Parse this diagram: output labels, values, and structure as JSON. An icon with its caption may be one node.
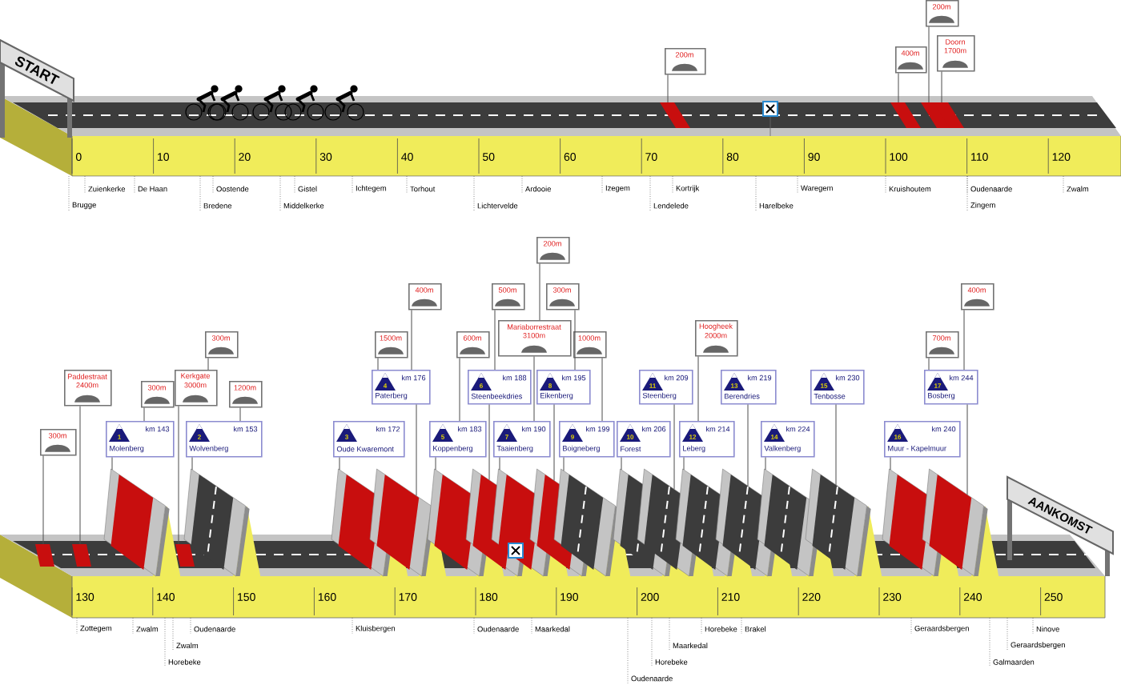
{
  "diagram": {
    "nodes": [
      {
        "text": [
          "200m"
        ]
      },
      {
        "text": [
          "400m"
        ]
      },
      {
        "text": [
          "200m"
        ]
      },
      {
        "text": [
          "Doorn",
          "1700m"
        ]
      },
      {
        "text": [
          "300m"
        ]
      },
      {
        "text": [
          "Paddestraat",
          "2400m"
        ]
      },
      {
        "text": [
          "1",
          "km 143",
          "Molenberg"
        ]
      },
      {
        "text": [
          "300m"
        ]
      },
      {
        "text": [
          "Kerkgate",
          "3000m"
        ]
      },
      {
        "text": [
          "2",
          "km 153",
          "Wolvenberg"
        ]
      },
      {
        "text": [
          "300m"
        ]
      },
      {
        "text": [
          "1200m"
        ]
      },
      {
        "text": [
          "3",
          "km 172",
          "Oude Kwaremont"
        ]
      },
      {
        "text": [
          "4",
          "km 176",
          "Paterberg"
        ]
      },
      {
        "text": [
          "1500m"
        ]
      },
      {
        "text": [
          "400m"
        ]
      },
      {
        "text": [
          "5",
          "km 183",
          "Koppenberg"
        ]
      },
      {
        "text": [
          "600m"
        ]
      },
      {
        "text": [
          "6",
          "km 188",
          "Steenbeekdries"
        ]
      },
      {
        "text": [
          "7",
          "km 190",
          "Taaienberg"
        ]
      },
      {
        "text": [
          "500m"
        ]
      },
      {
        "text": [
          "Mariaborrestraat",
          "3100m"
        ]
      },
      {
        "text": [
          "200m"
        ]
      },
      {
        "text": [
          "8",
          "km 195",
          "Eikenberg"
        ]
      },
      {
        "text": [
          "300m"
        ]
      },
      {
        "text": [
          "9",
          "km 199",
          "Boigneberg"
        ]
      },
      {
        "text": [
          "1000m"
        ]
      },
      {
        "text": [
          "10",
          "km 206",
          "Forest"
        ]
      },
      {
        "text": [
          "11",
          "km 209",
          "Steenberg"
        ]
      },
      {
        "text": [
          "12",
          "km 214",
          "Leberg"
        ]
      },
      {
        "text": [
          "Hoogheek",
          "2000m"
        ]
      },
      {
        "text": [
          "13",
          "km 219",
          "Berendries"
        ]
      },
      {
        "text": [
          "14",
          "km 224",
          "Valkenberg"
        ]
      },
      {
        "text": [
          "15",
          "km 230",
          "Tenbosse"
        ]
      },
      {
        "text": [
          "16",
          "km 240",
          "Muur - Kapelmuur"
        ]
      },
      {
        "text": [
          "17",
          "km 244",
          "Bosberg"
        ]
      },
      {
        "text": [
          "700m"
        ]
      },
      {
        "text": [
          "400m"
        ]
      },
      {
        "text": [],
        "shape": "bar"
      },
      {
        "text": [],
        "shape": "bar"
      },
      {
        "text": [],
        "shape": "bar"
      },
      {
        "text": [],
        "shape": "bar"
      },
      {
        "text": [],
        "shape": "bar"
      },
      {
        "text": [],
        "shape": "bar"
      },
      {
        "text": [],
        "shape": "bar"
      },
      {
        "text": [],
        "shape": "picture"
      },
      {
        "text": [],
        "shape": "picture"
      },
      {
        "text": [],
        "shape": "picture"
      },
      {
        "text": [],
        "shape": "picture"
      },
      {
        "text": [],
        "shape": "picture"
      },
      {
        "text": [],
        "shape": "picture"
      },
      {
        "text": [],
        "shape": "picture"
      },
      {
        "text": [],
        "shape": "picture"
      },
      {
        "text": [],
        "shape": "picture"
      },
      {
        "text": [],
        "shape": "picture"
      },
      {
        "text": [],
        "shape": "picture"
      },
      {
        "text": [],
        "shape": "picture"
      },
      {
        "text": [],
        "shape": "picture"
      },
      {
        "text": [],
        "shape": "picture"
      },
      {
        "text": [],
        "shape": "picture"
      },
      {
        "text": [],
        "shape": "picture"
      },
      {
        "text": [],
        "shape": "picture"
      }
    ],
    "edges": [
      {
        "from": 0,
        "to": 38,
        "arrow": "none"
      },
      {
        "from": 1,
        "to": 39,
        "arrow": "none"
      },
      {
        "from": 2,
        "to": 40,
        "arrow": "none"
      },
      {
        "from": 3,
        "to": 41,
        "arrow": "none"
      },
      {
        "from": 4,
        "to": 42,
        "arrow": "none"
      },
      {
        "from": 5,
        "to": 43,
        "arrow": "none"
      },
      {
        "from": 6,
        "to": 45,
        "arrow": "none"
      },
      {
        "from": 7,
        "to": 6,
        "arrow": "none"
      },
      {
        "from": 8,
        "to": 44,
        "arrow": "none"
      },
      {
        "from": 9,
        "to": 46,
        "arrow": "none"
      },
      {
        "from": 10,
        "to": 8,
        "arrow": "none"
      },
      {
        "from": 11,
        "to": 9,
        "arrow": "none"
      },
      {
        "from": 12,
        "to": 47,
        "arrow": "none"
      },
      {
        "from": 13,
        "to": 48,
        "arrow": "none"
      },
      {
        "from": 14,
        "to": 13,
        "arrow": "none"
      },
      {
        "from": 15,
        "to": 13,
        "arrow": "none"
      },
      {
        "from": 16,
        "to": 49,
        "arrow": "none"
      },
      {
        "from": 17,
        "to": 16,
        "arrow": "none"
      },
      {
        "from": 18,
        "to": 50,
        "arrow": "none"
      },
      {
        "from": 19,
        "to": 51,
        "arrow": "none"
      },
      {
        "from": 20,
        "to": 18,
        "arrow": "none"
      },
      {
        "from": 21,
        "to": 19,
        "arrow": "none"
      },
      {
        "from": 22,
        "to": 21,
        "arrow": "none"
      },
      {
        "from": 23,
        "to": 52,
        "arrow": "none"
      },
      {
        "from": 24,
        "to": 23,
        "arrow": "none"
      },
      {
        "from": 25,
        "to": 53,
        "arrow": "none"
      },
      {
        "from": 26,
        "to": 25,
        "arrow": "none"
      },
      {
        "from": 27,
        "to": 54,
        "arrow": "none"
      },
      {
        "from": 28,
        "to": 55,
        "arrow": "none"
      },
      {
        "from": 29,
        "to": 56,
        "arrow": "none"
      },
      {
        "from": 30,
        "to": 29,
        "arrow": "none"
      },
      {
        "from": 31,
        "to": 57,
        "arrow": "none"
      },
      {
        "from": 32,
        "to": 58,
        "arrow": "none"
      },
      {
        "from": 33,
        "to": 59,
        "arrow": "none"
      },
      {
        "from": 34,
        "to": 60,
        "arrow": "none"
      },
      {
        "from": 35,
        "to": 61,
        "arrow": "none"
      },
      {
        "from": 36,
        "to": 35,
        "arrow": "none"
      },
      {
        "from": 37,
        "to": 35,
        "arrow": "none"
      }
    ],
    "labels": [
      "START",
      "0",
      "10",
      "20",
      "30",
      "40",
      "50",
      "60",
      "70",
      "80",
      "90",
      "100",
      "110",
      "120",
      "Brugge",
      "Zuienkerke",
      "De Haan",
      "Bredene",
      "Oostende",
      "Middelkerke",
      "Gistel",
      "Ichtegem",
      "Torhout",
      "Lichtervelde",
      "Ardooie",
      "Izegem",
      "Lendelede",
      "Kortrijk",
      "Harelbeke",
      "Waregem",
      "Kruishoutem",
      "Oudenaarde",
      "Zingem",
      "Zwalm",
      "AANKOMST",
      "130",
      "140",
      "150",
      "160",
      "170",
      "180",
      "190",
      "200",
      "210",
      "220",
      "230",
      "240",
      "250",
      "Zottegem",
      "Zwalm",
      "Horebeke",
      "Zwalm",
      "Oudenaarde",
      "Kluisbergen",
      "Oudenaarde",
      "Maarkedal",
      "Oudenaarde",
      "Horebeke",
      "Maarkedal",
      "Horebeke",
      "Brakel",
      "Geraardsbergen",
      "Galmaarden",
      "Geraardsbergen",
      "Ninove"
    ]
  }
}
